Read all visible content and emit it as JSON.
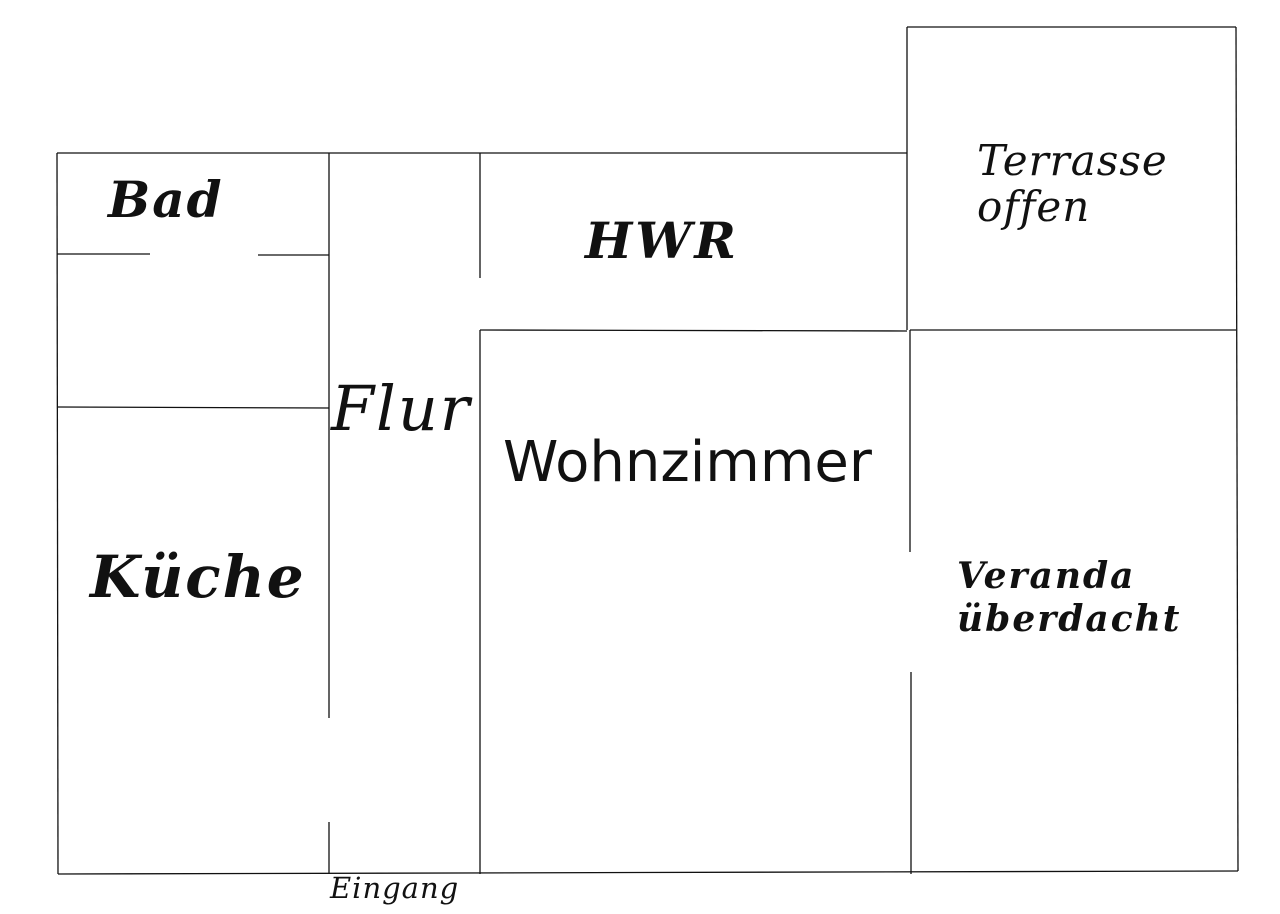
{
  "rooms": {
    "bad": "Bad",
    "hwr": "HWR",
    "terrasse_line1": "Terrasse",
    "terrasse_line2": "offen",
    "flur": "Flur",
    "wohnzimmer": "Wohnzimmer",
    "kueche": "Küche",
    "veranda_line1": "Veranda",
    "veranda_line2": "überdacht"
  },
  "entrance": {
    "label": "Eingang"
  },
  "colors": {
    "wall": "#111111",
    "background": "#ffffff"
  }
}
